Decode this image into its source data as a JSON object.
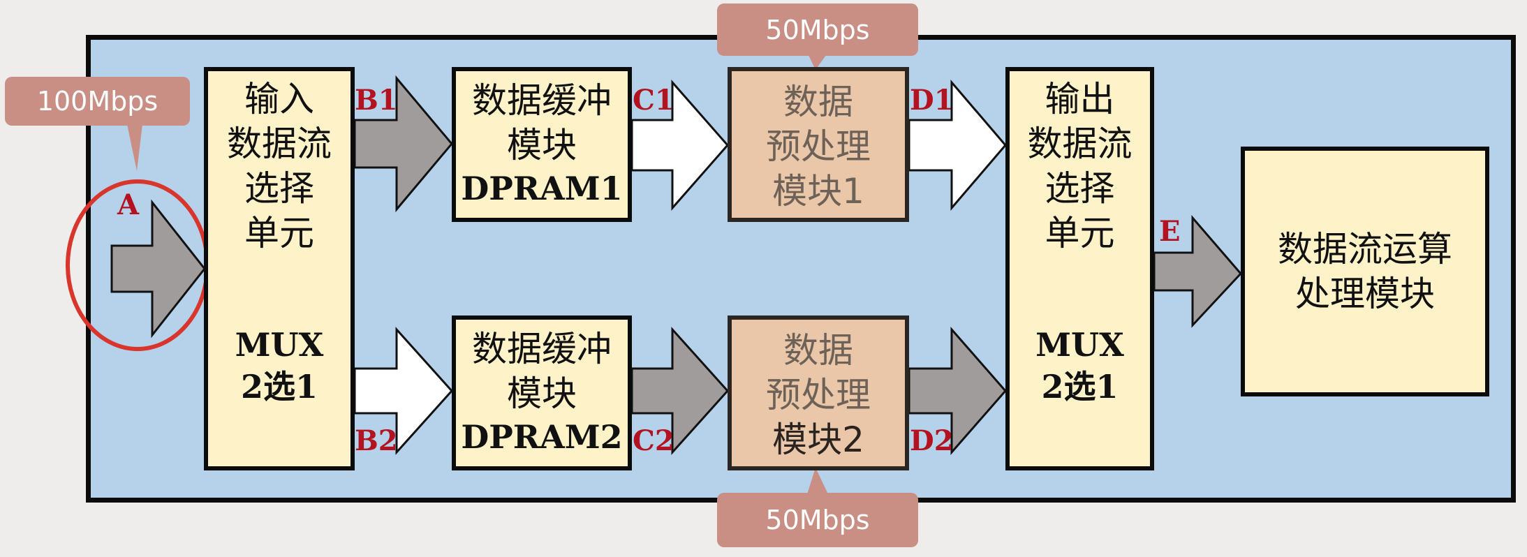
{
  "callouts": {
    "input_rate": "100Mbps",
    "top_rate": "50Mbps",
    "bottom_rate": "50Mbps"
  },
  "mux_in": {
    "lines": [
      "输入",
      "数据流",
      "选择",
      "单元"
    ],
    "name": "MUX",
    "sub": "2选1"
  },
  "dpram1": {
    "lines": [
      "数据缓冲",
      "模块"
    ],
    "name": "DPRAM1"
  },
  "dpram2": {
    "lines": [
      "数据缓冲",
      "模块"
    ],
    "name": "DPRAM2"
  },
  "pre1": {
    "lines": [
      "数据",
      "预处理",
      "模块1"
    ]
  },
  "pre2": {
    "lines": [
      "数据",
      "预处理"
    ],
    "last": "模块2"
  },
  "mux_out": {
    "lines": [
      "输出",
      "数据流",
      "选择",
      "单元"
    ],
    "name": "MUX",
    "sub": "2选1"
  },
  "compute": {
    "lines": [
      "数据流运算",
      "处理模块"
    ]
  },
  "signals": {
    "a": "A",
    "b1": "B1",
    "b2": "B2",
    "c1": "C1",
    "c2": "C2",
    "d1": "D1",
    "d2": "D2",
    "e": "E"
  },
  "colors": {
    "frame_bg": "#b6d1ea",
    "block_bg": "#fdf2c8",
    "pre_bg": "#e9c7a8",
    "callout_bg": "#c98f84",
    "signal": "#b31220",
    "gray_arrow": "#a09c9c"
  }
}
